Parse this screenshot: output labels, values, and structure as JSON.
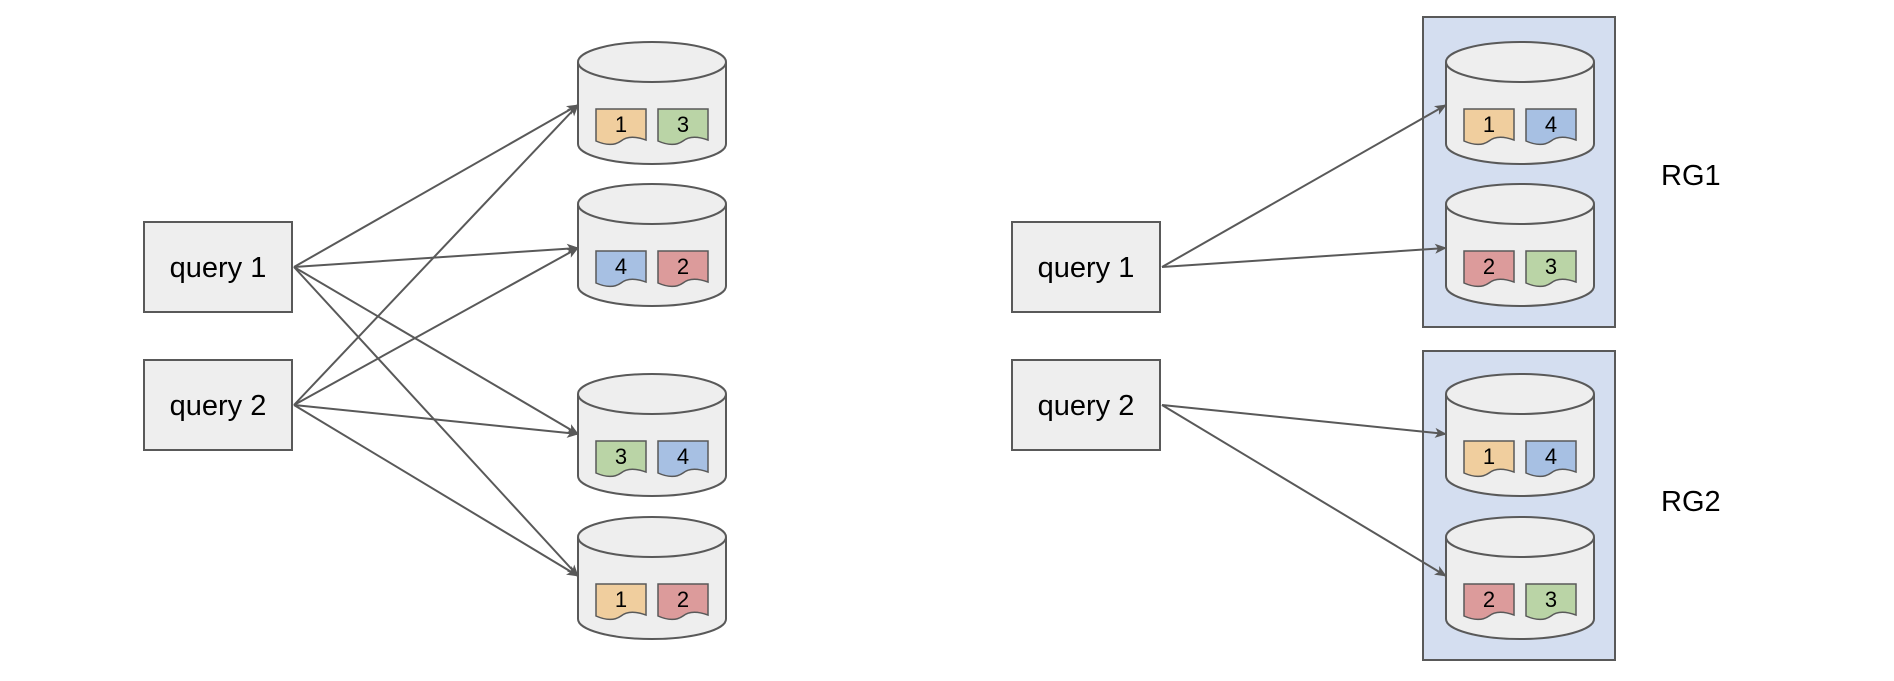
{
  "colors": {
    "line": "#595959",
    "box_fill": "#eeeeee",
    "group_fill": "#d4def0",
    "doc": {
      "1": "#f0ce9e",
      "2": "#dc9b9b",
      "3": "#bad4a6",
      "4": "#a7c0e3"
    }
  },
  "left": {
    "queries": [
      {
        "label": "query 1"
      },
      {
        "label": "query 2"
      }
    ],
    "databases": [
      {
        "docs": [
          "1",
          "3"
        ]
      },
      {
        "docs": [
          "4",
          "2"
        ]
      },
      {
        "docs": [
          "3",
          "4"
        ]
      },
      {
        "docs": [
          "1",
          "2"
        ]
      }
    ],
    "edges": [
      {
        "from": 0,
        "to": 0
      },
      {
        "from": 0,
        "to": 1
      },
      {
        "from": 0,
        "to": 2
      },
      {
        "from": 0,
        "to": 3
      },
      {
        "from": 1,
        "to": 0
      },
      {
        "from": 1,
        "to": 1
      },
      {
        "from": 1,
        "to": 2
      },
      {
        "from": 1,
        "to": 3
      }
    ]
  },
  "right": {
    "queries": [
      {
        "label": "query 1"
      },
      {
        "label": "query 2"
      }
    ],
    "groups": [
      {
        "label": "RG1",
        "databases": [
          {
            "docs": [
              "1",
              "4"
            ]
          },
          {
            "docs": [
              "2",
              "3"
            ]
          }
        ]
      },
      {
        "label": "RG2",
        "databases": [
          {
            "docs": [
              "1",
              "4"
            ]
          },
          {
            "docs": [
              "2",
              "3"
            ]
          }
        ]
      }
    ],
    "edges": [
      {
        "from": 0,
        "group": 0,
        "db": 0
      },
      {
        "from": 0,
        "group": 0,
        "db": 1
      },
      {
        "from": 1,
        "group": 1,
        "db": 0
      },
      {
        "from": 1,
        "group": 1,
        "db": 1
      }
    ]
  }
}
